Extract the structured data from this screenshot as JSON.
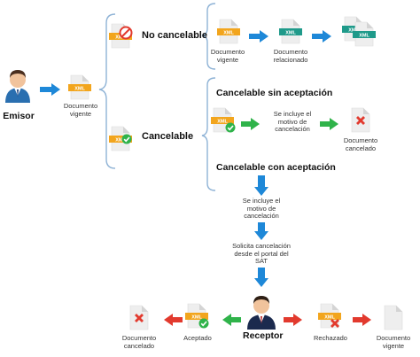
{
  "emisor": {
    "label": "Emisor",
    "doc_label": "Documento\nvigente"
  },
  "no_cancelable": {
    "label": "No cancelable",
    "docs": [
      {
        "label": "Documento\nvigente"
      },
      {
        "label": "Documento\nrelacionado"
      },
      {
        "label": ""
      }
    ]
  },
  "cancelable": {
    "label": "Cancelable",
    "sin_aceptacion": {
      "title": "Cancelable sin aceptación",
      "step_text": "Se incluye el\nmotivo de\ncancelación",
      "result_label": "Documento\ncancelado"
    },
    "con_aceptacion": {
      "title": "Cancelable con aceptación",
      "step1": "Se incluye el\nmotivo de\ncancelación",
      "step2": "Solicita cancelación\ndesde el portal del\nSAT"
    }
  },
  "receptor": {
    "label": "Receptor",
    "accepted": {
      "label": "Aceptado",
      "result_label": "Documento\ncancelado"
    },
    "rejected": {
      "label": "Rechazado",
      "result_label": "Documento\nvigente"
    }
  },
  "colors": {
    "blue_arrow": "#1e88d8",
    "green_arrow": "#2fb34a",
    "red_arrow": "#e23a2e",
    "bracket": "#8fb3d6",
    "xml_band_orange": "#f2a51d",
    "xml_band_teal": "#1f9a8a",
    "doc_paper": "#eeeeee",
    "doc_fold": "#d4d4d4"
  },
  "icons": {
    "xml_tag": "XML",
    "check": "check-badge",
    "cross": "cross-badge",
    "prohibited": "no-entry-badge"
  }
}
